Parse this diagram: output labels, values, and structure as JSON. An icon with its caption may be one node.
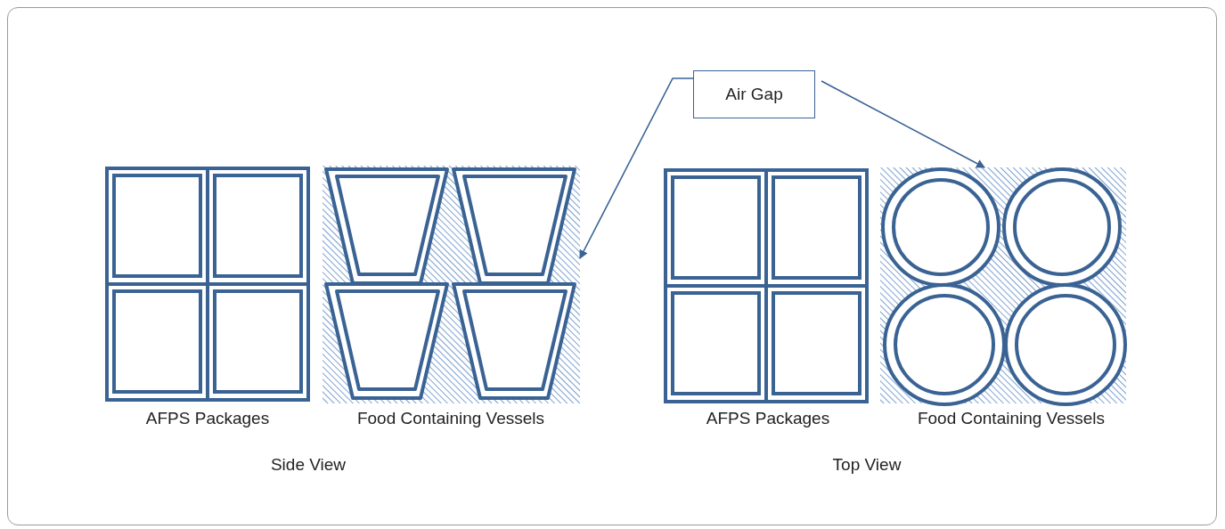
{
  "diagram": {
    "nodes": [
      {
        "text": [
          "Air Gap"
        ]
      },
      {
        "text": [],
        "shape": "box"
      },
      {
        "text": [],
        "shape": "box"
      }
    ],
    "edges": [
      {
        "from": 0,
        "to": 1,
        "arrow": "to"
      },
      {
        "from": 0,
        "to": 2,
        "arrow": "to"
      }
    ],
    "labels": [
      "AFPS Packages",
      "Food Containing Vessels",
      "AFPS Packages",
      "Food Containing Vessels",
      "Side View",
      "Top View"
    ]
  }
}
